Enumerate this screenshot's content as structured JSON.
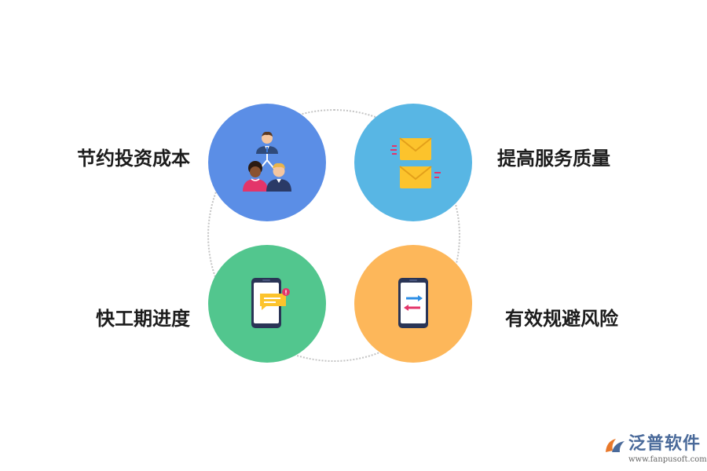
{
  "items": [
    {
      "label": "节约投资成本",
      "color": "#5b8ee6",
      "icon": "team-hierarchy-icon"
    },
    {
      "label": "提高服务质量",
      "color": "#58b6e4",
      "icon": "envelopes-icon"
    },
    {
      "label": "快工期进度",
      "color": "#52c68e",
      "icon": "phone-message-icon"
    },
    {
      "label": "有效规避风险",
      "color": "#fdb75a",
      "icon": "phone-transfer-icon"
    }
  ],
  "logo": {
    "name": "泛普软件",
    "url": "www.fanpusoft.com",
    "icon": "fanpu-logo-icon"
  }
}
